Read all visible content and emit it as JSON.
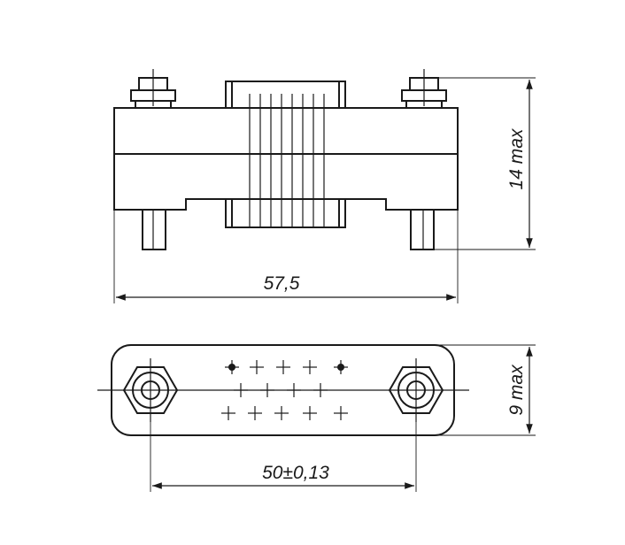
{
  "dimensions": {
    "height_side": "14 max",
    "length_total": "57,5",
    "height_bottom": "9 max",
    "pitch": "50±0,13"
  },
  "colors": {
    "ink": "#1a1a1a",
    "paper": "#ffffff"
  }
}
